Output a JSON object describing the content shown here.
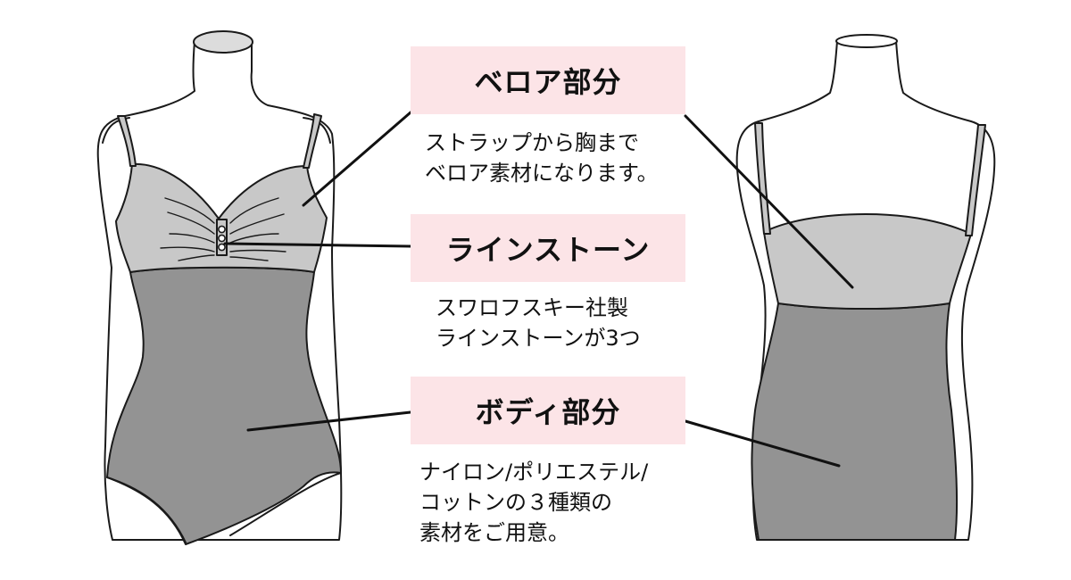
{
  "colors": {
    "velour": "#c8c8c8",
    "body": "#939393",
    "label_bg": "#fce4e7",
    "outline": "#1a1a1a"
  },
  "labels": {
    "velour": {
      "title": "ベロア部分",
      "lines": [
        "ストラップから胸まで",
        "ベロア素材になります。"
      ]
    },
    "rhinestone": {
      "title": "ラインストーン",
      "lines": [
        "スワロフスキー社製",
        "ラインストーンが3つ"
      ]
    },
    "body": {
      "title": "ボディ部分",
      "lines": [
        "ナイロン/ポリエステル/",
        "コットンの３種類の",
        "素材をご用意。"
      ]
    }
  }
}
